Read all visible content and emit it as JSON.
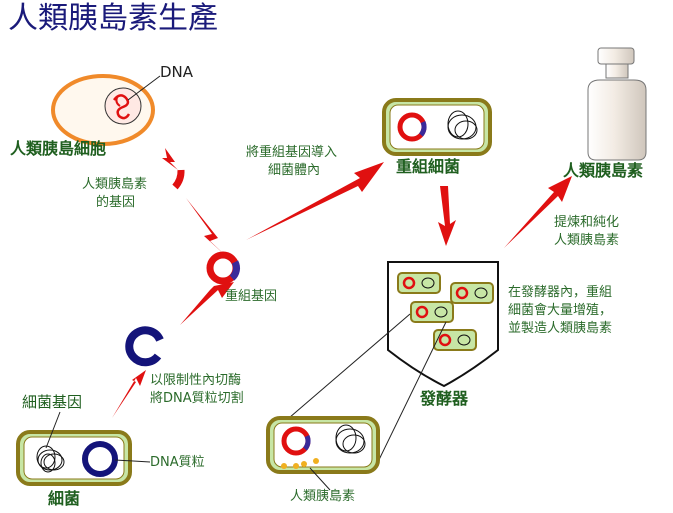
{
  "title": "人類胰島素生產",
  "labels": {
    "dna": "DNA",
    "human_islet_cell": "人類胰島細胞",
    "human_insulin_gene_1": "人類胰島素",
    "human_insulin_gene_2": "的基因",
    "recombinant_gene": "重組基因",
    "transfer_1": "將重組基因導入",
    "transfer_2": "細菌體內",
    "recombinant_bacteria": "重組細菌",
    "human_insulin": "人類胰島素",
    "extract_1": "提煉和純化",
    "extract_2": "人類胰島素",
    "ferment_1": "在發酵器內，重組",
    "ferment_2": "細菌會大量增殖，",
    "ferment_3": "並製造人類胰島素",
    "fermenter": "發酵器",
    "enzyme_1": "以限制性內切酶",
    "enzyme_2": "將DNA質粒切割",
    "bacterial_gene": "細菌基因",
    "dna_plasmid": "DNA質粒",
    "bacteria": "細菌",
    "insulin_produced": "人類胰島素"
  },
  "colors": {
    "title": "#1a1a7a",
    "label_green": "#1f5f1f",
    "cell_fill": "#c7e6a5",
    "cell_border": "#8a7a1a",
    "arrow_red": "#e01010",
    "gene_red": "#e01010",
    "plasmid_blue": "#14147a",
    "islet_orange": "#f08a2a"
  }
}
